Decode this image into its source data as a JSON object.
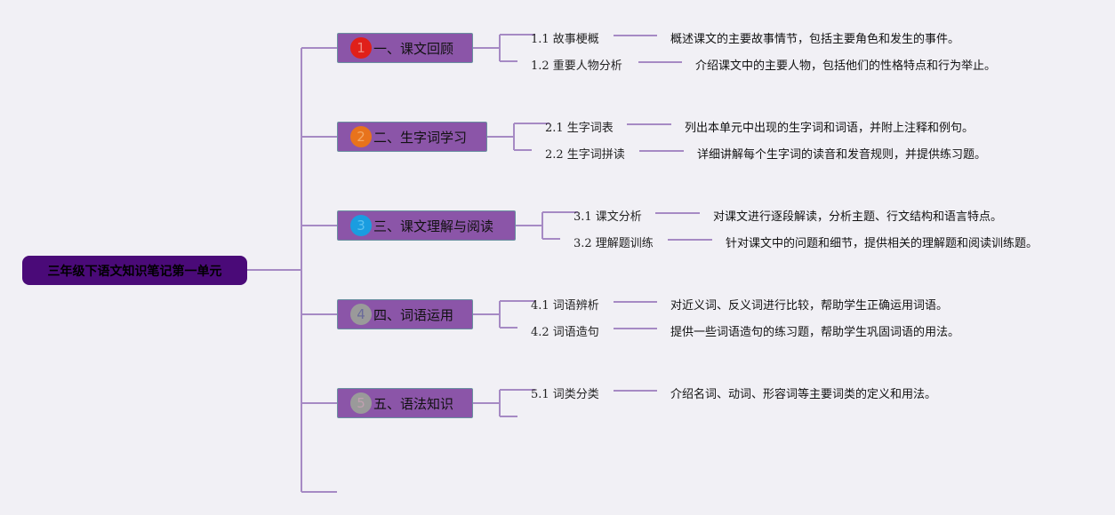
{
  "root": {
    "title": "三年级下语文知识笔记第一单元"
  },
  "colors": {
    "line": "#a68ac4",
    "root_fill": "#4a0a78",
    "branch_fill": "#8b55a8"
  },
  "branches": [
    {
      "badge": "1",
      "badge_color": "#e0201a",
      "badge_text_color": "#f08a80",
      "label": "一、课文回顾",
      "leaves": [
        {
          "label": "1.1 故事梗概",
          "desc": "概述课文的主要故事情节，包括主要角色和发生的事件。"
        },
        {
          "label": "1.2 重要人物分析",
          "desc": "介绍课文中的主要人物，包括他们的性格特点和行为举止。"
        }
      ]
    },
    {
      "badge": "2",
      "badge_color": "#e8731c",
      "badge_text_color": "#f4a865",
      "label": "二、生字词学习",
      "leaves": [
        {
          "label": "2.1 生字词表",
          "desc": "列出本单元中出现的生字词和词语，并附上注释和例句。"
        },
        {
          "label": "2.2 生字词拼读",
          "desc": "详细讲解每个生字词的读音和发音规则，并提供练习题。"
        }
      ]
    },
    {
      "badge": "3",
      "badge_color": "#1a9de0",
      "badge_text_color": "#5cc0ef",
      "label": "三、课文理解与阅读",
      "leaves": [
        {
          "label": "3.1 课文分析",
          "desc": "对课文进行逐段解读，分析主题、行文结构和语言特点。"
        },
        {
          "label": "3.2 理解题训练",
          "desc": "针对课文中的问题和细节，提供相关的理解题和阅读训练题。"
        }
      ]
    },
    {
      "badge": "4",
      "badge_color": "#9a9a9a",
      "badge_text_color": "#6a6a9a",
      "label": "四、词语运用",
      "leaves": [
        {
          "label": "4.1 词语辨析",
          "desc": "对近义词、反义词进行比较，帮助学生正确运用词语。"
        },
        {
          "label": "4.2 词语造句",
          "desc": "提供一些词语造句的练习题，帮助学生巩固词语的用法。"
        }
      ]
    },
    {
      "badge": "5",
      "badge_color": "#9a9a9a",
      "badge_text_color": "#c0a0b0",
      "label": "五、语法知识",
      "leaves": [
        {
          "label": "5.1 词类分类",
          "desc": "介绍名词、动词、形容词等主要词类的定义和用法。"
        }
      ]
    }
  ]
}
